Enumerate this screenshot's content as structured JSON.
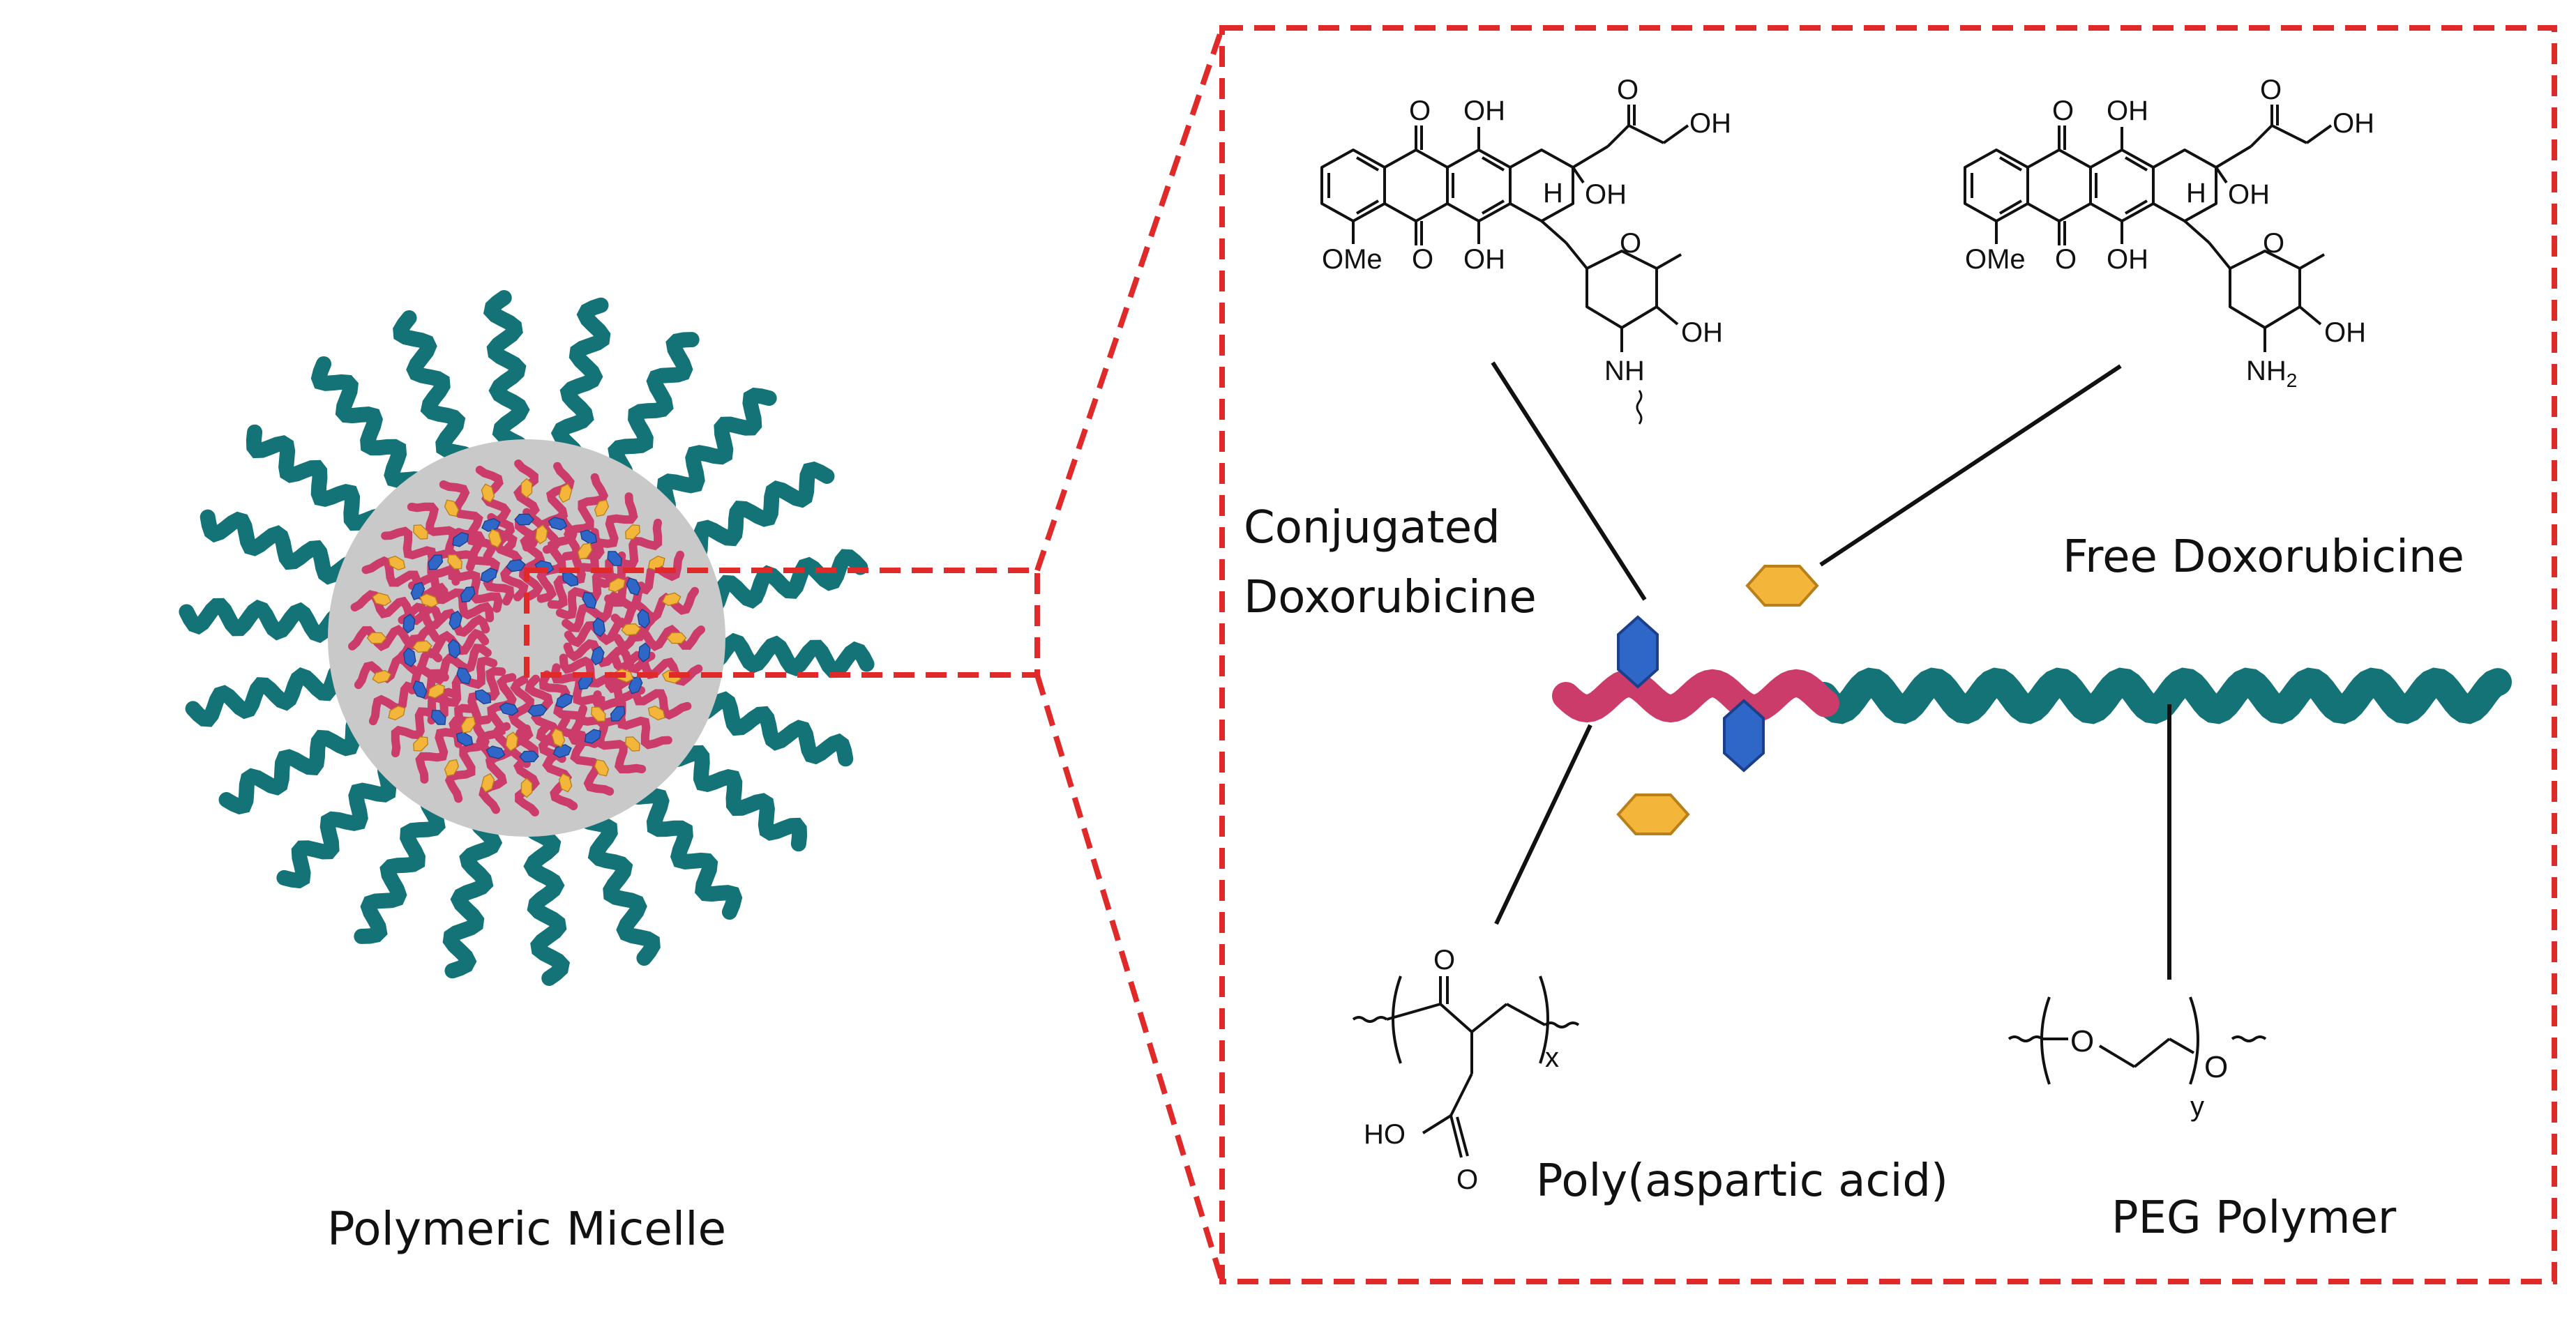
{
  "colors": {
    "peg": "#137377",
    "core_chain": "#cc3c6b",
    "conjugated_dox": "#2e67c8",
    "free_dox": "#f4b63a",
    "core_shade": "#c9c9c9",
    "callout": "#e02a2a"
  },
  "labels": {
    "micelle": "Polymeric Micelle",
    "conjugated_line1": "Conjugated",
    "conjugated_line2": "Doxorubicine",
    "free": "Free Doxorubicine",
    "poly_asp": "Poly(aspartic acid)",
    "peg": "PEG Polymer"
  },
  "atoms": {
    "o": "O",
    "oh": "OH",
    "h": "H",
    "ome": "OMe",
    "nh": "NH",
    "nh2_base": "NH",
    "nh2_sub": "2",
    "ho": "HO",
    "x": "x",
    "y": "y"
  }
}
